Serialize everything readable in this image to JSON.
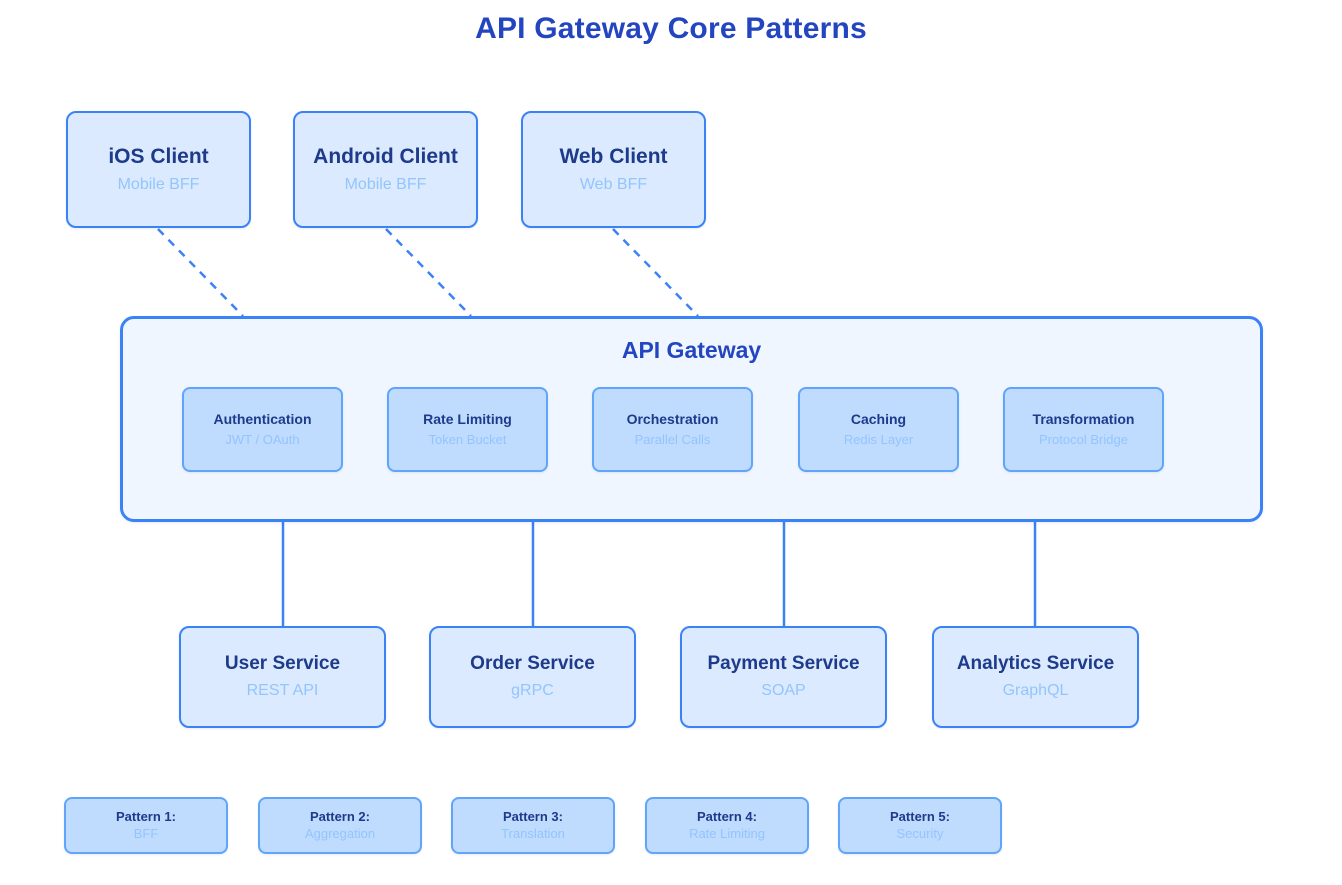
{
  "diagram": {
    "title": "API Gateway Core Patterns",
    "colors": {
      "title_blue": "#2345c0",
      "node_fill": "#dbeafe",
      "node_border": "#3b82f6",
      "container_fill": "#eff6ff",
      "inner_fill": "#bfdbfe",
      "inner_border": "#60a5fa",
      "heading_text": "#1e3a8a",
      "subtitle_text": "#93c5fd",
      "connector": "#3b82f6"
    }
  },
  "clients": [
    {
      "title": "iOS Client",
      "subtitle": "Mobile BFF"
    },
    {
      "title": "Android Client",
      "subtitle": "Mobile BFF"
    },
    {
      "title": "Web Client",
      "subtitle": "Web BFF"
    }
  ],
  "gateway": {
    "title": "API Gateway",
    "features": [
      {
        "title": "Authentication",
        "subtitle": "JWT / OAuth"
      },
      {
        "title": "Rate Limiting",
        "subtitle": "Token Bucket"
      },
      {
        "title": "Orchestration",
        "subtitle": "Parallel Calls"
      },
      {
        "title": "Caching",
        "subtitle": "Redis Layer"
      },
      {
        "title": "Transformation",
        "subtitle": "Protocol Bridge"
      }
    ]
  },
  "services": [
    {
      "title": "User Service",
      "subtitle": "REST API"
    },
    {
      "title": "Order Service",
      "subtitle": "gRPC"
    },
    {
      "title": "Payment Service",
      "subtitle": "SOAP"
    },
    {
      "title": "Analytics Service",
      "subtitle": "GraphQL"
    }
  ],
  "patterns": [
    {
      "title": "Pattern 1:",
      "subtitle": "BFF"
    },
    {
      "title": "Pattern 2:",
      "subtitle": "Aggregation"
    },
    {
      "title": "Pattern 3:",
      "subtitle": "Translation"
    },
    {
      "title": "Pattern 4:",
      "subtitle": "Rate Limiting"
    },
    {
      "title": "Pattern 5:",
      "subtitle": "Security"
    }
  ],
  "connectors": {
    "client_to_gateway": [
      {
        "from": "iOS Client",
        "to": "API Gateway",
        "style": "dashed"
      },
      {
        "from": "Android Client",
        "to": "API Gateway",
        "style": "dashed"
      },
      {
        "from": "Web Client",
        "to": "API Gateway",
        "style": "dashed"
      }
    ],
    "gateway_to_service": [
      {
        "from": "API Gateway",
        "to": "User Service",
        "style": "solid"
      },
      {
        "from": "API Gateway",
        "to": "Order Service",
        "style": "solid"
      },
      {
        "from": "API Gateway",
        "to": "Payment Service",
        "style": "solid"
      },
      {
        "from": "API Gateway",
        "to": "Analytics Service",
        "style": "solid"
      }
    ]
  }
}
